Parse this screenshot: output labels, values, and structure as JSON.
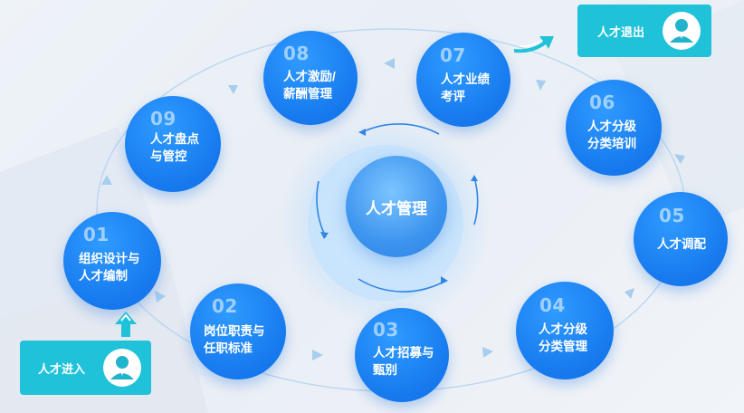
{
  "center": {
    "label": "人才管理"
  },
  "nodes": [
    {
      "num": "01",
      "label": "组织设计与\n人才编制"
    },
    {
      "num": "02",
      "label": "岗位职责与\n任职标准"
    },
    {
      "num": "03",
      "label": "人才招募与\n甄别"
    },
    {
      "num": "04",
      "label": "人才分级\n分类管理"
    },
    {
      "num": "05",
      "label": "人才调配"
    },
    {
      "num": "06",
      "label": "人才分级\n分类培训"
    },
    {
      "num": "07",
      "label": "人才业绩\n考评"
    },
    {
      "num": "08",
      "label": "人才激励/\n薪酬管理"
    },
    {
      "num": "09",
      "label": "人才盘点\n与管控"
    }
  ],
  "entry": {
    "label": "人才进入"
  },
  "exit": {
    "label": "人才退出"
  },
  "colors": {
    "node": "#1679ee",
    "pill": "#1fc2d8",
    "ring": "#b9d6f2",
    "arrow": "#9cc8ef"
  },
  "icons": {
    "person": "person-icon",
    "arrow": "double-arrow-icon"
  }
}
